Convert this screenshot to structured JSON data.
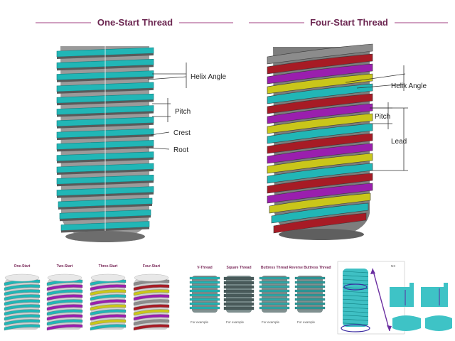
{
  "left_panel": {
    "title": "One-Start Thread",
    "labels": {
      "helix_angle": "Helix Angle",
      "pitch": "Pitch",
      "crest": "Crest",
      "root": "Root"
    }
  },
  "right_panel": {
    "title": "Four-Start Thread",
    "labels": {
      "helix_angle": "Helix Angle",
      "pitch": "Pitch",
      "lead": "Lead"
    }
  },
  "bottom_starts": {
    "titles": [
      "One-Start",
      "Two-Start",
      "Three-Start",
      "Four-Start"
    ]
  },
  "bottom_types": {
    "titles": [
      "V-Thread",
      "Square Thread",
      "Buttress Thread",
      "Reverse Buttress Thread"
    ],
    "for_example": "For example"
  },
  "colors": {
    "title": "#6b2550",
    "teal": "#21b6b6",
    "teal_dark": "#0f7f80",
    "grey": "#8c8c8c",
    "purple": "#9a1fae",
    "yellow": "#c9c61a",
    "red": "#a71b25",
    "guide_line": "#a04080"
  },
  "icons": [
    "double-arrow-icon",
    "ellipse-marker-icon"
  ]
}
